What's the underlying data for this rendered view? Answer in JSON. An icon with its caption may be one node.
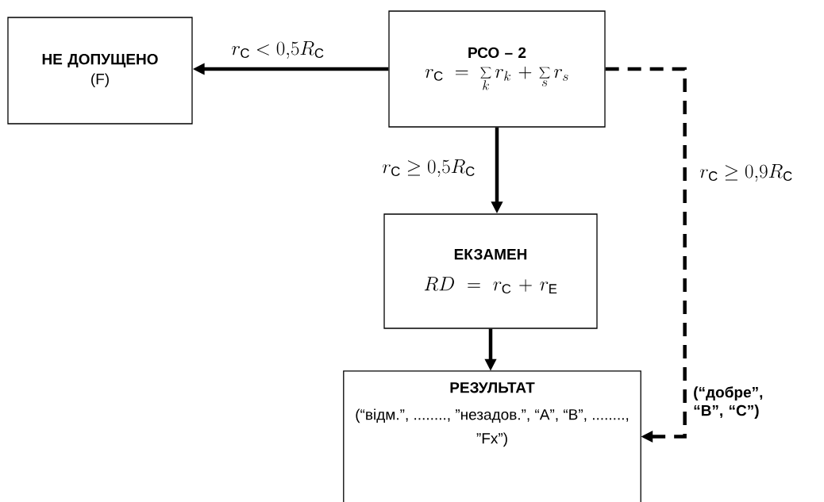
{
  "diagram": {
    "nodes": [
      {
        "text": [
          "НЕ ДОПУЩЕНО",
          "(F)"
        ]
      },
      {
        "text": [
          "РСО – 2",
          "r_{\\mathrm{C}}=\\sum_{k} r_{k}+\\sum_{s} r_{s}"
        ]
      },
      {
        "text": [
          "ЕКЗАМЕН",
          "RD=r_{\\mathrm{C}}+r_{\\mathrm{E}}"
        ]
      },
      {
        "text": [
          "РЕЗУЛЬТАТ",
          "(“відм.”, ........, ”незадов.”, “A”, “B”, ........, ”Fx”)"
        ]
      }
    ],
    "edges": [
      {
        "from": 1,
        "to": 0,
        "arrow": "to",
        "label": "r_{\\mathrm{C}}<0{,}5R_{\\mathrm{C}}"
      },
      {
        "from": 1,
        "to": 2,
        "arrow": "to",
        "label": "r_{\\mathrm{C}}\\geq 0{,}5R_{\\mathrm{C}}"
      },
      {
        "from": 2,
        "to": 3,
        "arrow": "to"
      },
      {
        "from": 1,
        "to": 3,
        "arrow": "to",
        "style": "dashed",
        "label": "r_{\\mathrm{C}}\\geq 0{,}9R_{\\mathrm{C}}"
      }
    ],
    "labels": [
      "(“добре”, “B”, “C”)"
    ]
  }
}
